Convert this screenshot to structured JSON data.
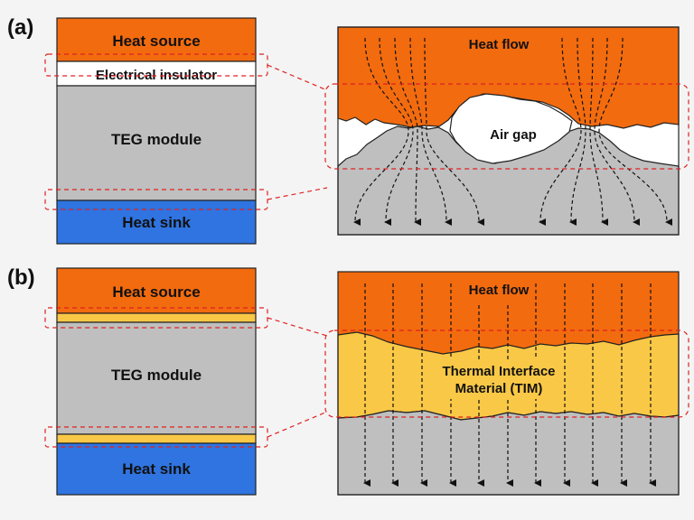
{
  "colors": {
    "heat_source": "#f26b0f",
    "insulator": "#ffffff",
    "teg": "#bfbfbf",
    "heat_sink": "#2f74e0",
    "tim": "#f9c846",
    "dashed_box": "#e02020",
    "outline": "#222222",
    "background": "#f4f4f4"
  },
  "panel_a": {
    "tag": "(a)",
    "stack": {
      "heat_source": "Heat source",
      "insulator": "Electrical insulator",
      "teg": "TEG module",
      "heat_sink": "Heat sink"
    },
    "zoom": {
      "heat_flow": "Heat flow",
      "air_gap": "Air gap"
    }
  },
  "panel_b": {
    "tag": "(b)",
    "stack": {
      "heat_source": "Heat source",
      "teg": "TEG module",
      "heat_sink": "Heat sink"
    },
    "zoom": {
      "heat_flow": "Heat flow",
      "tim_line1": "Thermal Interface",
      "tim_line2": "Material (TIM)"
    }
  }
}
